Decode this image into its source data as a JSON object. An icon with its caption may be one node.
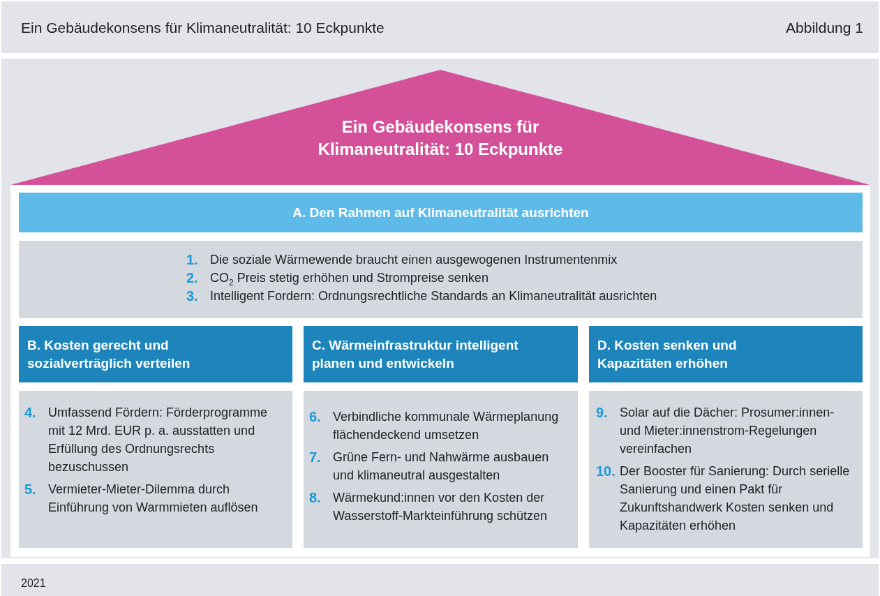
{
  "diagram": {
    "title": "Ein Gebäudekonsens für Klimaneutralität: 10 Eckpunkte",
    "caption": "2021",
    "nodes": [
      {
        "text": [
          "Ein Gebäudekonsens für Klimaneutralität: 10 Eckpunkte"
        ]
      },
      {
        "text": [
          "A. Den Rahmen auf Klimaneutralität ausrichten"
        ]
      },
      {
        "text": [
          "1. Die soziale Wärmewende braucht einen ausgewogenen Instrumentenmix",
          "2. CO$_{2}$ Preis stetig erhöhen und Strompreise senken",
          "3. Intelligent Fordern: Ordnungsrechtliche Standards an Klimaneutralität ausrichten"
        ]
      },
      {
        "text": [
          "B. Kosten gerecht und sozialverträglich verteilen"
        ]
      },
      {
        "text": [
          "4. Umfassend Fördern: Förderprogramme mit 12 Mrd. EUR p. a. ausstatten und Erfüllung des Ordnungsrechts bezuschussen",
          "5. Vermieter-Mieter-Dilemma durch Einführung von Warmmieten auflösen"
        ]
      },
      {
        "text": [
          "C. Wärmeinfrastruktur intelligent planen und entwickeln"
        ]
      },
      {
        "text": [
          "6. Verbindliche kommunale Wärmeplanung flächendeckend umsetzen",
          "7. Grüne Fern- und Nahwärme ausbauen und klimaneutral ausgestalten",
          "8. Wärmekund:innen vor den Kosten der Wasserstoff-Markteinführung schützen"
        ]
      },
      {
        "text": [
          "D. Kosten senken und Kapazitäten erhöhen"
        ]
      },
      {
        "text": [
          "9. Solar auf die Dächer: Prosumer:innen- und Mieter:innenstrom-Regelungen vereinfachen",
          "10. Der Booster für Sanierung: Durch serielle Sanierung und einen Pakt für Zukunftshandwerk Kosten senken und Kapazitäten erhöhen"
        ]
      }
    ],
    "edges": [],
    "labels": [
      "Abbildung 1"
    ]
  }
}
